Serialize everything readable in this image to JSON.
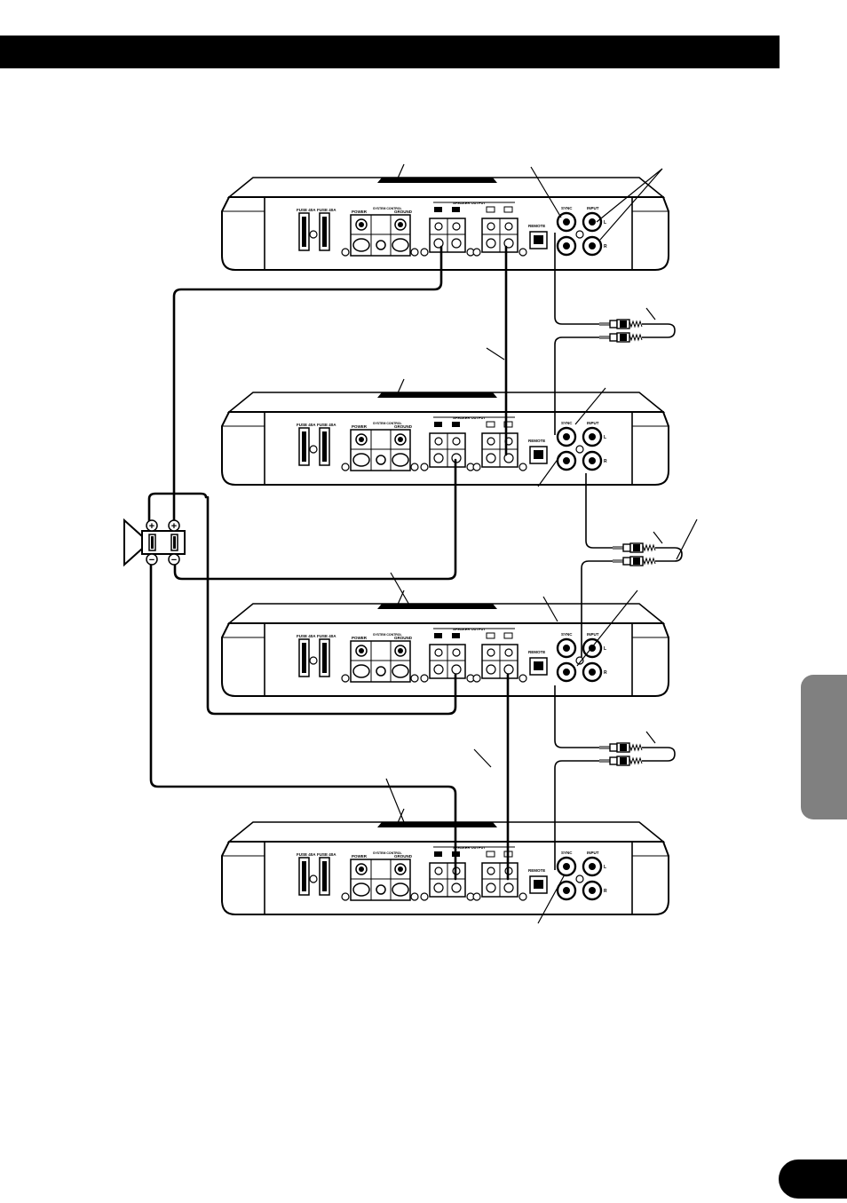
{
  "amplifier_labels": {
    "fuse_1": "FUSE 40A",
    "fuse_2": "FUSE 40A",
    "power": "POWER",
    "system_control": "SYSTEM CONTROL",
    "ground": "GROUND",
    "speaker_output": "SPEAKER OUTPUT",
    "remote": "REMOTE",
    "sync": "SYNC",
    "input": "INPUT",
    "left": "L",
    "right": "R"
  },
  "amplifiers": [
    {
      "id": "amp-1"
    },
    {
      "id": "amp-2"
    },
    {
      "id": "amp-3"
    },
    {
      "id": "amp-4"
    }
  ],
  "speaker": {
    "plus": "+",
    "minus": "−"
  },
  "colors": {
    "header": "#000000",
    "tab": "#808080",
    "pill": "#000000",
    "line": "#000000"
  }
}
